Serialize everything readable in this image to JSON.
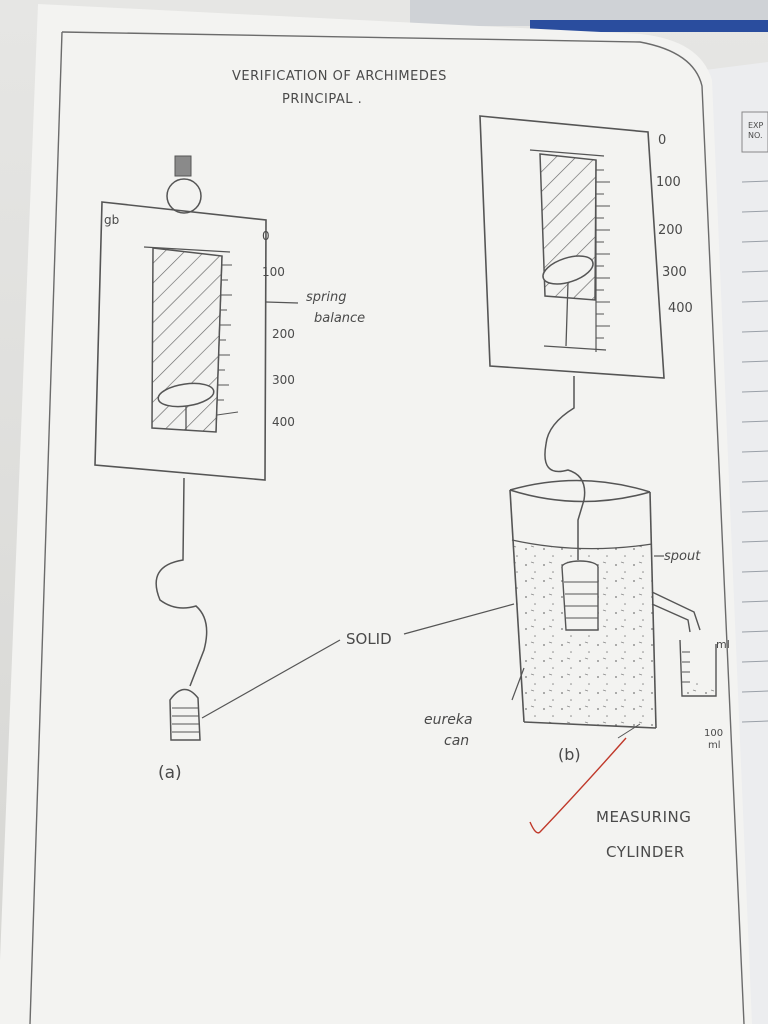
{
  "title": {
    "line1": "VERIFICATION OF ARCHIMEDES",
    "line2": "PRINCIPAL ."
  },
  "figure_a": {
    "mass_label": "gb",
    "scale_ticks": [
      "0",
      "100",
      "200",
      "300",
      "400"
    ],
    "spring_label_line1": "spring",
    "spring_label_line2": "balance",
    "caption": "(a)"
  },
  "figure_b": {
    "scale_ticks": [
      "0",
      "100",
      "200",
      "300",
      "400"
    ],
    "spout_label": "spout",
    "eureka_line1": "eureka",
    "eureka_line2": "can",
    "caption": "(b)",
    "cylinder_top_label": "ml",
    "cylinder_bottom_line1": "100",
    "cylinder_bottom_line2": "ml"
  },
  "shared": {
    "solid_label": "SOLID",
    "measuring_line1": "MEASURING",
    "measuring_line2": "CYLINDER"
  },
  "next_page": {
    "header_line1": "EXP",
    "header_line2": "NO."
  },
  "colors": {
    "pencil": "#555555",
    "paper": "#f4f4f2",
    "tick_mark": "#c0392b"
  }
}
